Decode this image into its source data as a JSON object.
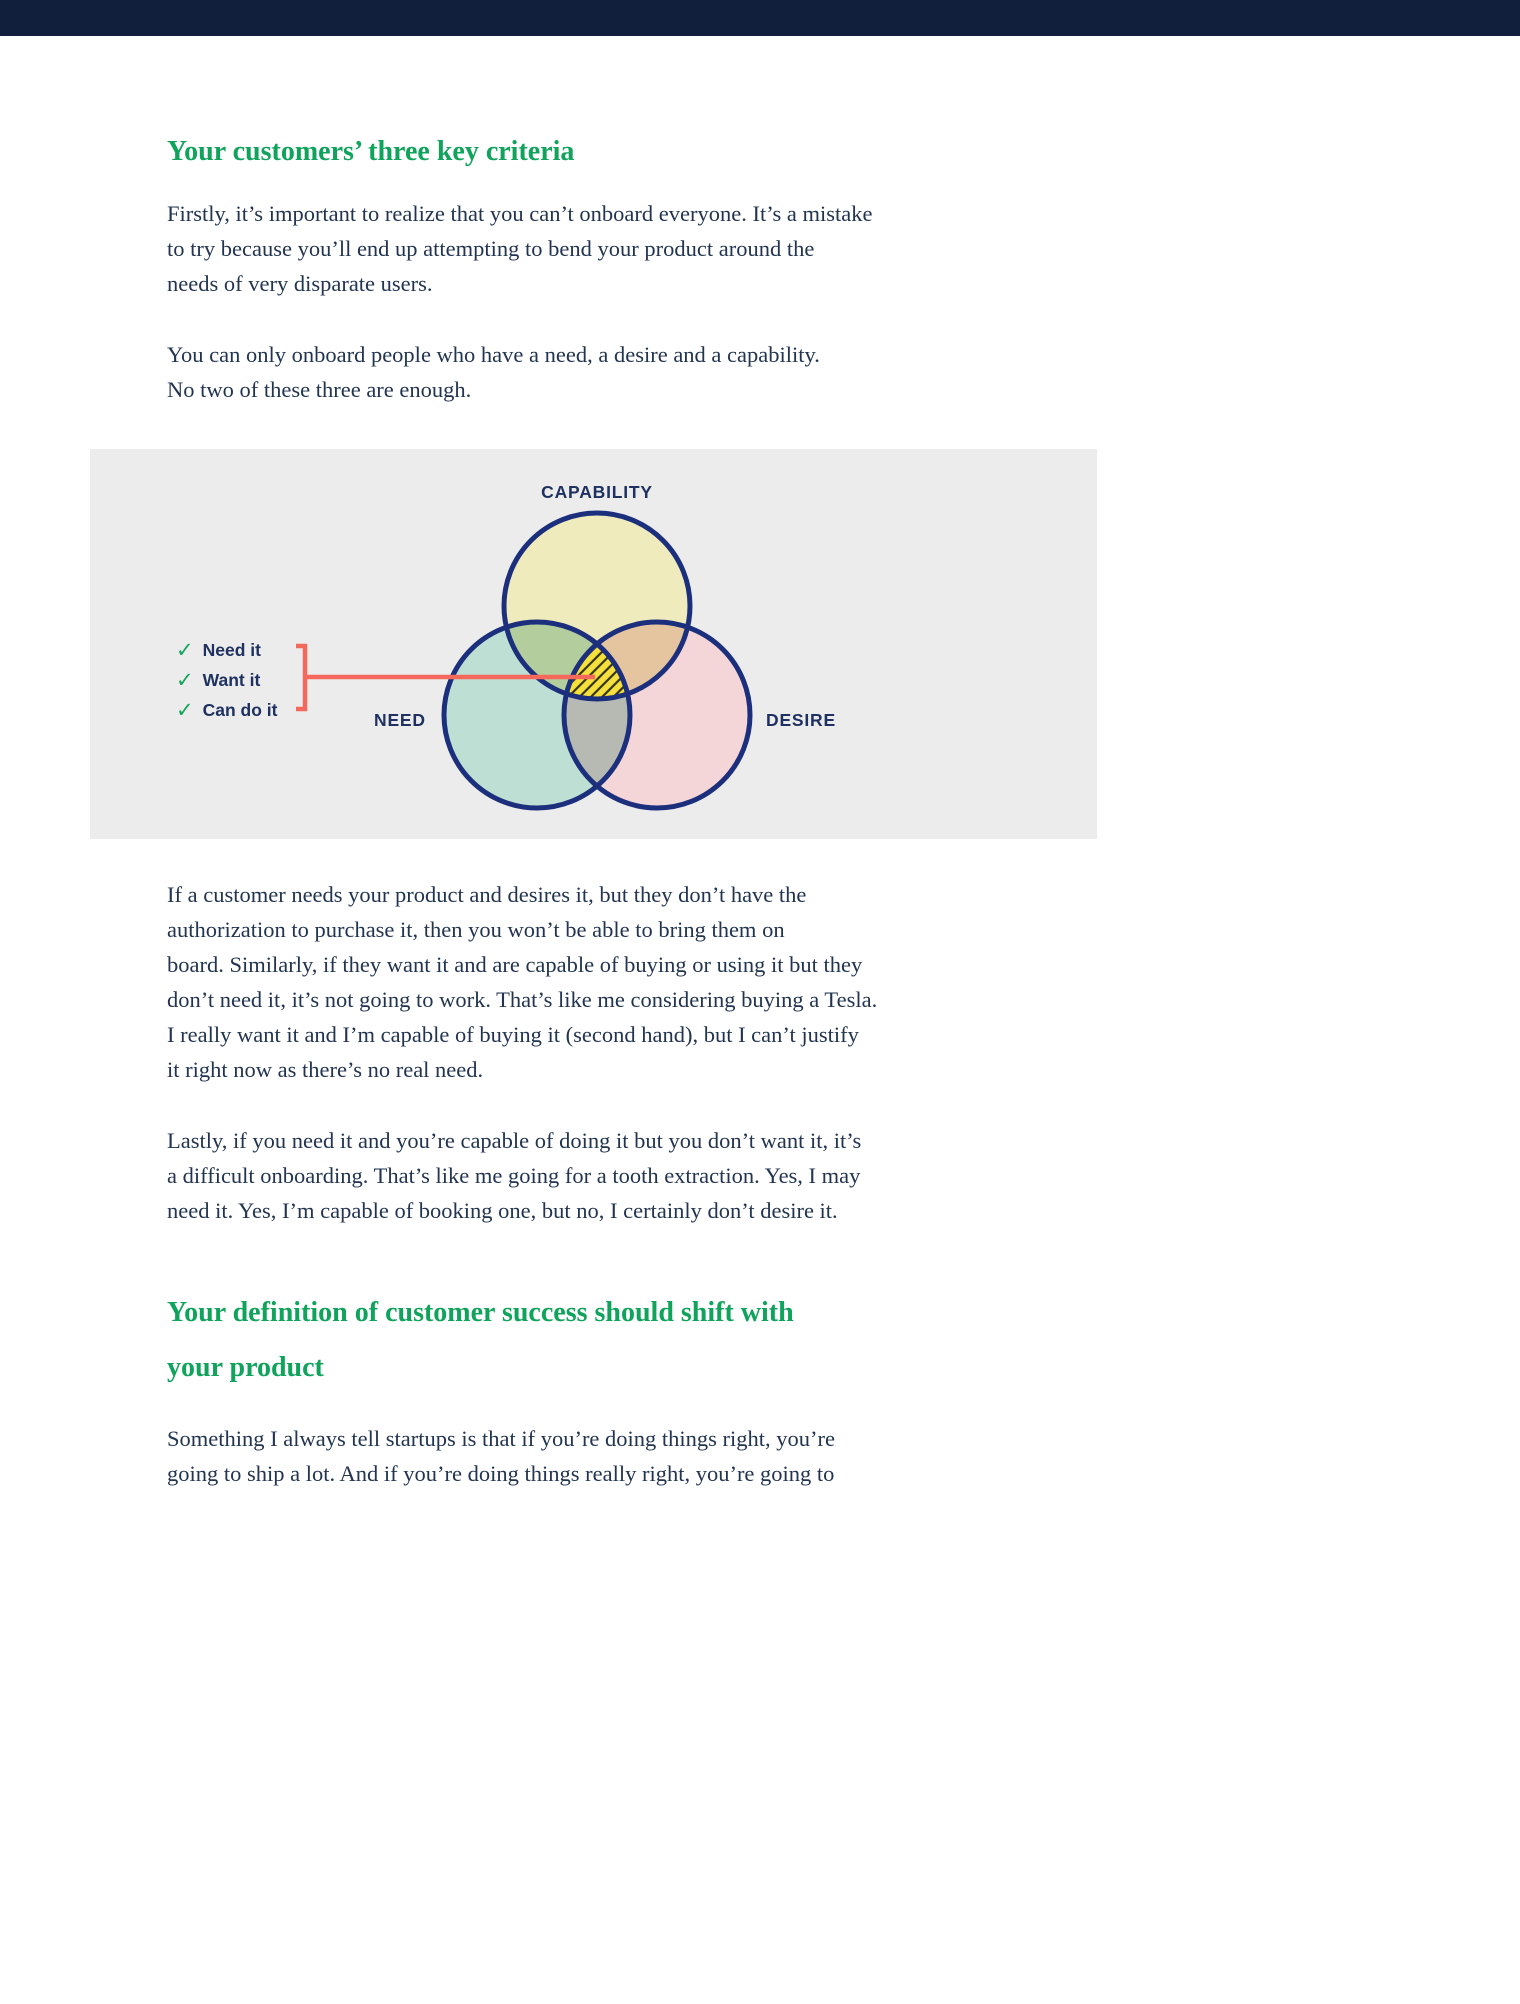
{
  "document": {
    "section1": {
      "heading": "Your customers’ three key criteria",
      "para1": "Firstly, it’s important to realize that you can’t onboard everyone. It’s a mistake\nto try because you’ll end up attempting to bend your product around the\nneeds of very disparate users.",
      "para2": "You can only onboard people who have a need, a desire and a capability.\nNo two of these three are enough."
    },
    "figure": {
      "top_label": "CAPABILITY",
      "left_label": "NEED",
      "right_label": "DESIRE",
      "legend": [
        {
          "check": "✓",
          "label": "Need it"
        },
        {
          "check": "✓",
          "label": "Want it"
        },
        {
          "check": "✓",
          "label": "Can do it"
        }
      ],
      "colors": {
        "figure_background": "#ececec",
        "circle_stroke": "#1b2f7d",
        "capability_fill": "#f0ebbd",
        "need_fill": "#bedfd4",
        "desire_fill": "#f4d5d8",
        "center_fill": "#f6e13c",
        "pointer_line": "#f4695c",
        "check_green": "#15a55b",
        "label_navy": "#1e3160"
      }
    },
    "section2": {
      "para1": "If a customer needs your product and desires it, but they don’t have the\nauthorization to purchase it, then you won’t be able to bring them on\nboard. Similarly, if they want it and are capable of buying or using it but they\ndon’t need it, it’s not going to work. That’s like me considering buying a Tesla.\nI really want it and I’m capable of buying it (second hand), but I can’t justify\nit right now as there’s no real need.",
      "para2": "Lastly, if you need it and you’re capable of doing it but you don’t want it, it’s\na difficult onboarding. That’s like me going for a tooth extraction. Yes, I may\nneed it. Yes, I’m capable of booking one, but no, I certainly don’t desire it."
    },
    "section3": {
      "heading": "Your definition of customer success should shift with\nyour product",
      "para1": "Something I always tell startups is that if you’re doing things right, you’re\ngoing to ship a lot. And if you’re doing things really right, you’re going to"
    },
    "page_colors": {
      "top_bar": "#111f3c",
      "body_text": "#223450",
      "heading_green": "#10a35c"
    }
  }
}
